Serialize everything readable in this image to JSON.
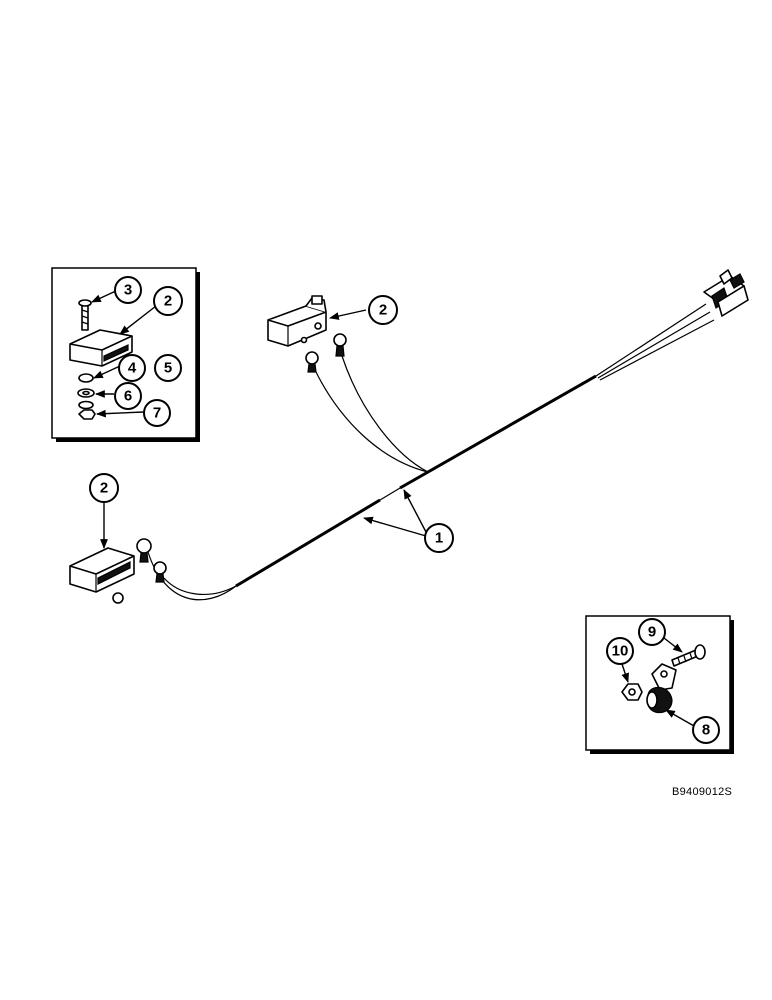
{
  "callouts": {
    "c1": "1",
    "c2_inset": "2",
    "c2_upper": "2",
    "c2_lower": "2",
    "c3": "3",
    "c4": "4",
    "c5": "5",
    "c6": "6",
    "c7": "7",
    "c8": "8",
    "c9": "9",
    "c10": "10"
  },
  "drawing_code": "B9409012S"
}
